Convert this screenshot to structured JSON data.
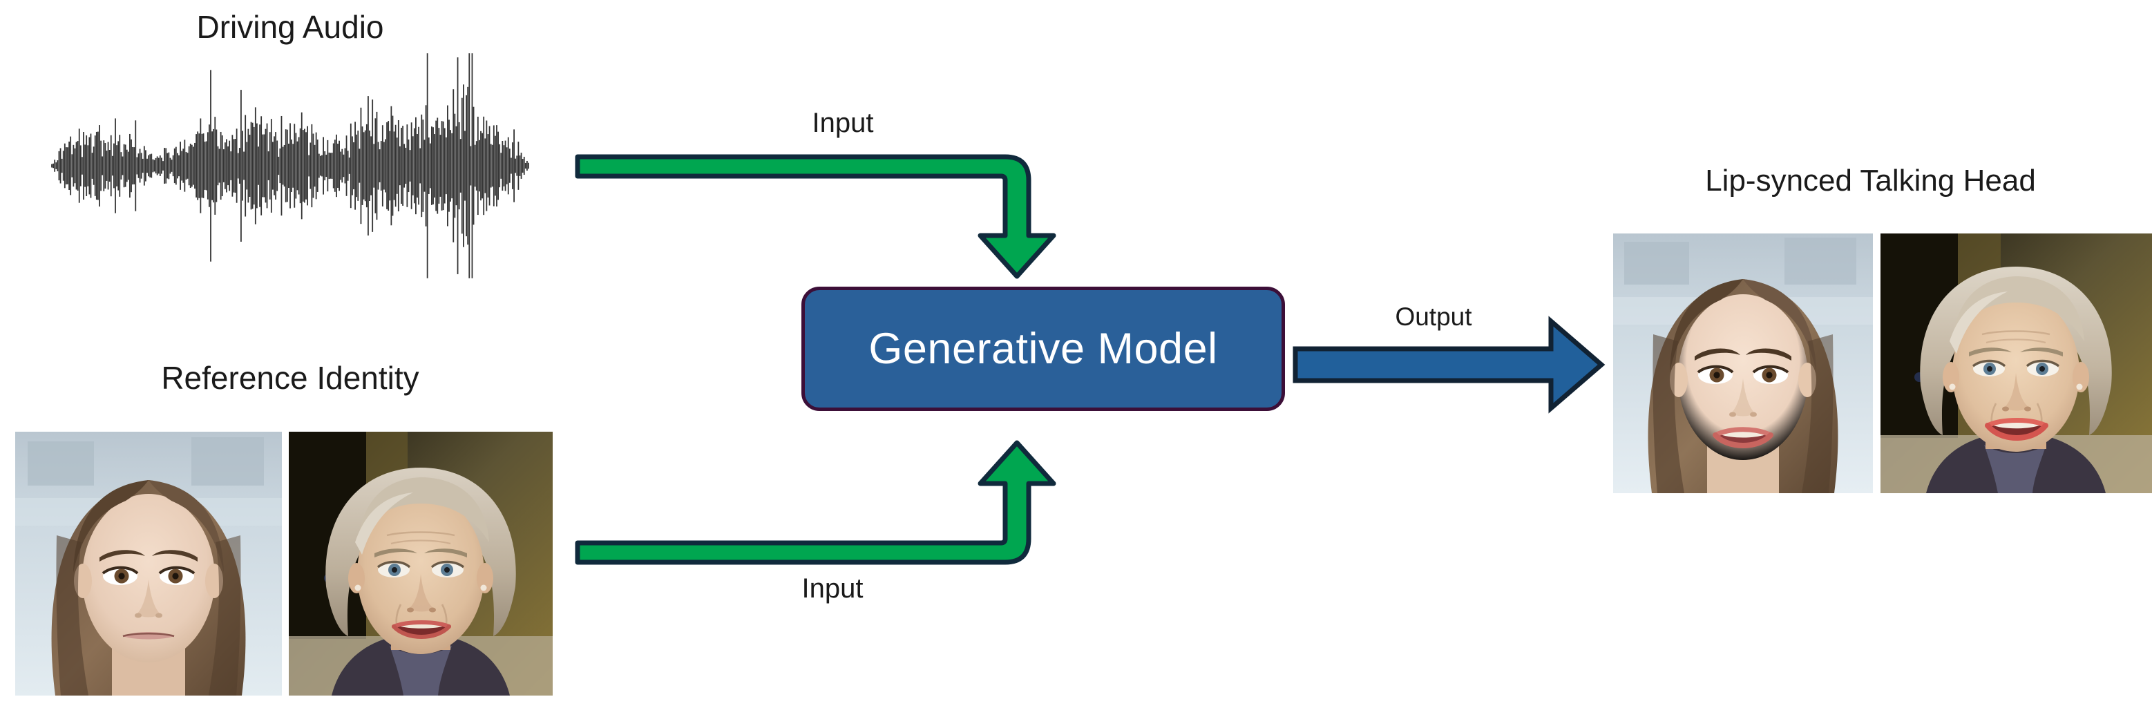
{
  "diagram": {
    "title": "Audio-driven lip-synced talking head generation pipeline",
    "labels": {
      "driving_audio": "Driving Audio",
      "reference_identity": "Reference Identity",
      "input_top": "Input",
      "input_bottom": "Input",
      "output": "Output",
      "lip_synced_talking_head": "Lip-synced Talking Head"
    },
    "model_box": {
      "label": "Generative Model",
      "fill_color": "#2A6099",
      "border_color": "#3C0F38",
      "text_color": "#FFFFFF"
    },
    "arrows": [
      {
        "name": "audio-input-arrow",
        "label": "Input",
        "direction": "right-then-down",
        "color": "#00A650",
        "border_color": "#102A3C",
        "from": "Driving Audio",
        "to": "Generative Model"
      },
      {
        "name": "identity-input-arrow",
        "label": "Input",
        "direction": "right-then-up",
        "color": "#00A650",
        "border_color": "#102A3C",
        "from": "Reference Identity",
        "to": "Generative Model"
      },
      {
        "name": "output-arrow",
        "label": "Output",
        "direction": "right",
        "color": "#21609B",
        "border_color": "#112233",
        "from": "Generative Model",
        "to": "Lip-synced Talking Head"
      }
    ],
    "waveform": {
      "name": "audio-waveform",
      "color": "#333333",
      "description": "Mono speech audio waveform, symmetric about center axis"
    },
    "photos": [
      {
        "name": "reference-identity-young-woman",
        "group": "Reference Identity",
        "description": "Young woman, long straight brown hair, closed neutral mouth",
        "background_color": "#C9D6DE"
      },
      {
        "name": "reference-identity-older-woman",
        "group": "Reference Identity",
        "description": "Older woman, short grey-blonde hair, dark olive background, speaking",
        "background_color": "#4A4531"
      },
      {
        "name": "output-young-woman",
        "group": "Lip-synced Talking Head",
        "description": "Young woman, same identity, mouth slightly open lip-synced",
        "background_color": "#C9D6DE"
      },
      {
        "name": "output-older-woman",
        "group": "Lip-synced Talking Head",
        "description": "Older woman, same identity, mouth open lip-synced",
        "background_color": "#4A4531"
      }
    ]
  }
}
